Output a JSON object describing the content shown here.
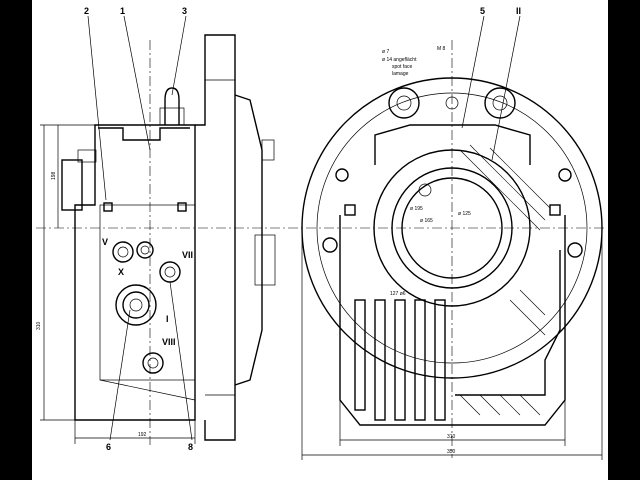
{
  "callouts": {
    "c2": "2",
    "c1": "1",
    "c3": "3",
    "c5": "5",
    "cII": "II",
    "c6": "6",
    "c8": "8",
    "cV": "V",
    "cX": "X",
    "cVII": "VII",
    "cVIII": "VIII",
    "cI": "I"
  },
  "notes": {
    "n1": "ø 7",
    "n2": "ø 14 angeflächt",
    "n3": "spot face",
    "n4": "lamage",
    "n5": "M 8",
    "n6": "ø 195",
    "n7": "ø 125",
    "n8": "ø 165",
    "n9": "127 ø6"
  },
  "dimensions": {
    "d_height_left": "310",
    "d_upper_left": "198",
    "d_width_left": "192",
    "d_width_right_inner": "310",
    "d_width_right_outer": "350"
  }
}
